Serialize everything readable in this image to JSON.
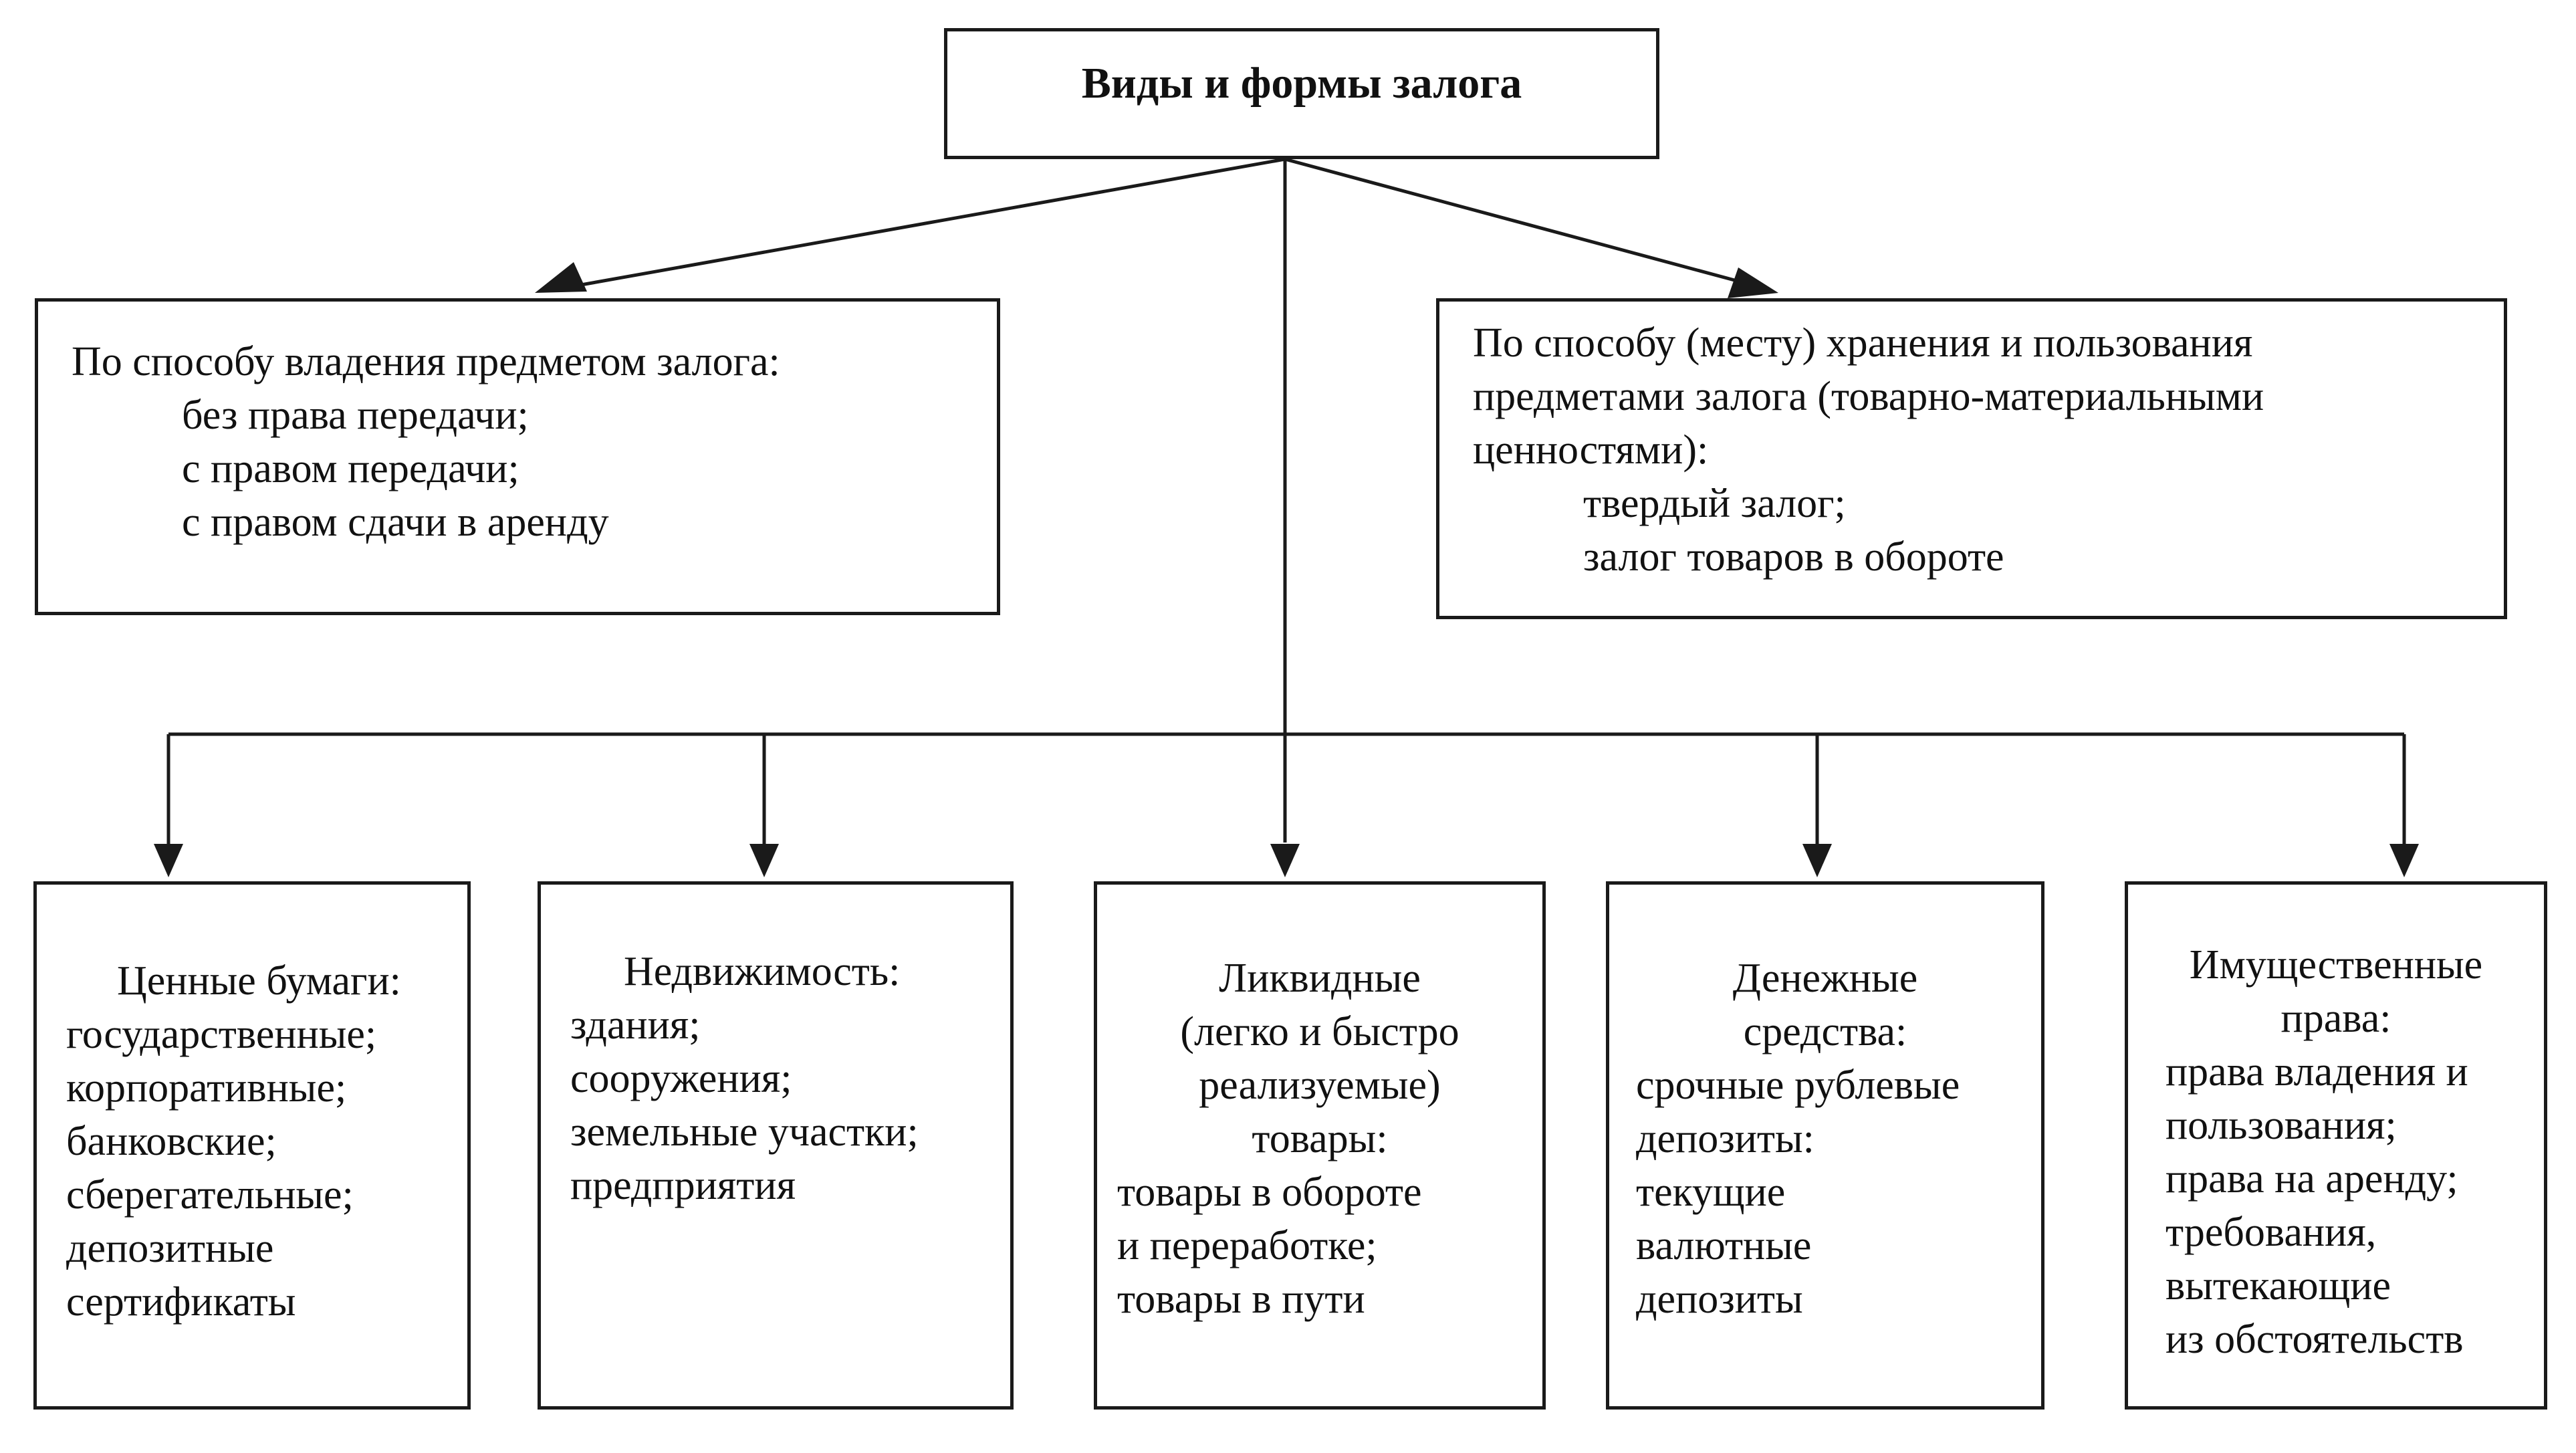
{
  "diagram": {
    "title": "Виды и формы залога",
    "ownership": {
      "heading": "По способу владения предметом залога:",
      "items": [
        "без права передачи;",
        "с правом передачи;",
        "с правом сдачи в аренду"
      ]
    },
    "storage": {
      "heading_lines": [
        "По способу (месту) хранения и пользования",
        "предметами залога (товарно-материальными",
        "ценностями):"
      ],
      "items": [
        "твердый залог;",
        "залог товаров в обороте"
      ]
    },
    "securities": {
      "heading": "Ценные бумаги:",
      "items": [
        "государственные;",
        "корпоративные;",
        "банковские;",
        "сберегательные;",
        "депозитные",
        "сертификаты"
      ]
    },
    "real_estate": {
      "heading": "Недвижимость:",
      "items": [
        "здания;",
        "сооружения;",
        "земельные участки;",
        "предприятия"
      ]
    },
    "liquid_goods": {
      "heading_lines": [
        "Ликвидные",
        "(легко и быстро",
        "реализуемые)",
        "товары:"
      ],
      "items": [
        "товары в обороте",
        "и переработке;",
        "товары в пути"
      ]
    },
    "cash": {
      "heading_lines": [
        "Денежные",
        "средства:"
      ],
      "items": [
        "срочные рублевые",
        "депозиты:",
        "текущие",
        "валютные",
        "депозиты"
      ]
    },
    "property_rights": {
      "heading_lines": [
        "Имущественные",
        "права:"
      ],
      "items": [
        "права владения и",
        "пользования;",
        "права на аренду;",
        "требования,",
        "вытекающие",
        "из обстоятельств"
      ]
    }
  }
}
